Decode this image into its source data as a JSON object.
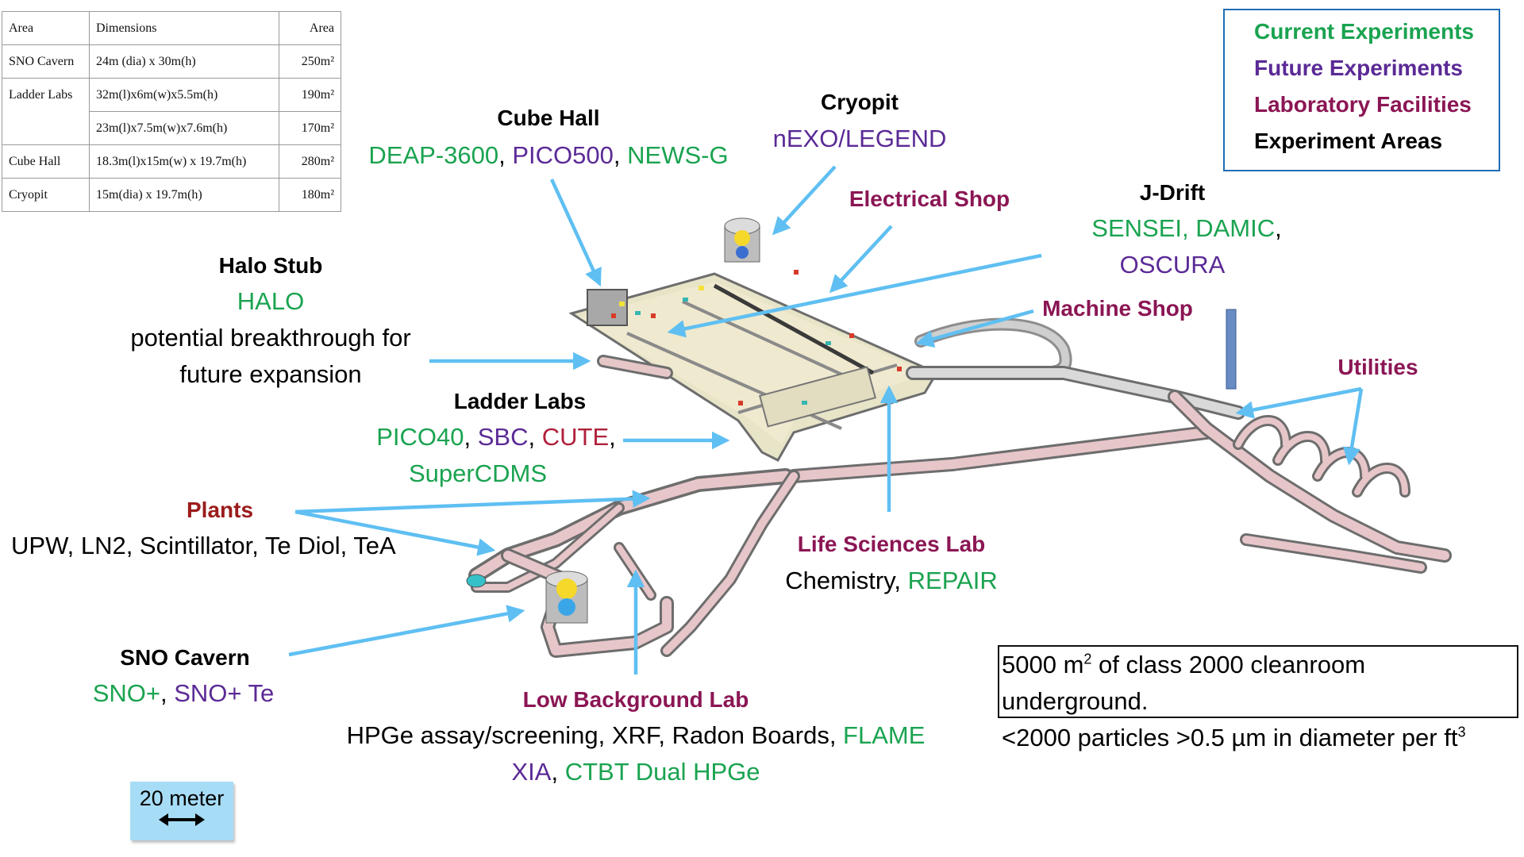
{
  "table": {
    "headers": [
      "Area",
      "Dimensions",
      "Area"
    ],
    "rows": [
      [
        "SNO Cavern",
        "24m (dia) x 30m(h)",
        "250m²"
      ],
      [
        "Ladder Labs",
        "32m(l)x6m(w)x5.5m(h)",
        "190m²"
      ],
      [
        "",
        "23m(l)x7.5m(w)x7.6m(h)",
        "170m²"
      ],
      [
        "Cube Hall",
        "18.3m(l)x15m(w) x 19.7m(h)",
        "280m²"
      ],
      [
        "Cryopit",
        "15m(dia) x 19.7m(h)",
        "180m²"
      ]
    ]
  },
  "legend": {
    "current": "Current Experiments",
    "future": "Future Experiments",
    "facilities": "Laboratory Facilities",
    "areas": "Experiment Areas",
    "colors": {
      "current": "#1aa350",
      "future": "#5b2a96",
      "facilities": "#8b1654",
      "areas": "#000000"
    }
  },
  "areas": {
    "cube_hall": {
      "title": "Cube Hall",
      "a": "DEAP-3600",
      "sep1": ", ",
      "b": "PICO500",
      "sep2": ", ",
      "c": "NEWS-G"
    },
    "cryopit": {
      "title": "Cryopit",
      "a": "nEXO/LEGEND"
    },
    "halo_stub": {
      "title": "Halo Stub",
      "a": "HALO",
      "note1": "potential breakthrough for",
      "note2": "future expansion"
    },
    "ladder_labs": {
      "title": "Ladder Labs",
      "a": "PICO40",
      "sep1": ", ",
      "b": "SBC",
      "sep2": ", ",
      "c": "CUTE",
      "sep3": ",",
      "d": "SuperCDMS"
    },
    "j_drift": {
      "title": "J-Drift",
      "a": "SENSEI, DAMIC",
      "sep1": ",",
      "b": "OSCURA"
    },
    "sno_cavern": {
      "title": "SNO Cavern",
      "a": "SNO+",
      "sep1": ", ",
      "b": "SNO+ Te"
    }
  },
  "facilities": {
    "electrical": "Electrical Shop",
    "machine": "Machine Shop",
    "utilities": "Utilities",
    "plants": {
      "title": "Plants",
      "items": "UPW, LN2, Scintillator, Te Diol, TeA"
    },
    "life_sciences": {
      "title": "Life Sciences Lab",
      "a": "Chemistry",
      "sep1": ", ",
      "b": "REPAIR"
    },
    "low_background": {
      "title": "Low Background Lab",
      "line1": "HPGe assay/screening, XRF, Radon Boards, ",
      "line1_green": "FLAME",
      "b": "XIA",
      "sep1": ", ",
      "c": "CTBT Dual HPGe"
    }
  },
  "cleanroom": {
    "line1_a": "5000 m",
    "line1_sup": "2",
    "line1_b": " of class 2000 cleanroom",
    "line2": "underground.",
    "line3_a": "<2000 particles >0.5 µm in diameter per ft",
    "line3_sup": "3"
  },
  "scale": {
    "label": "20 meter"
  }
}
